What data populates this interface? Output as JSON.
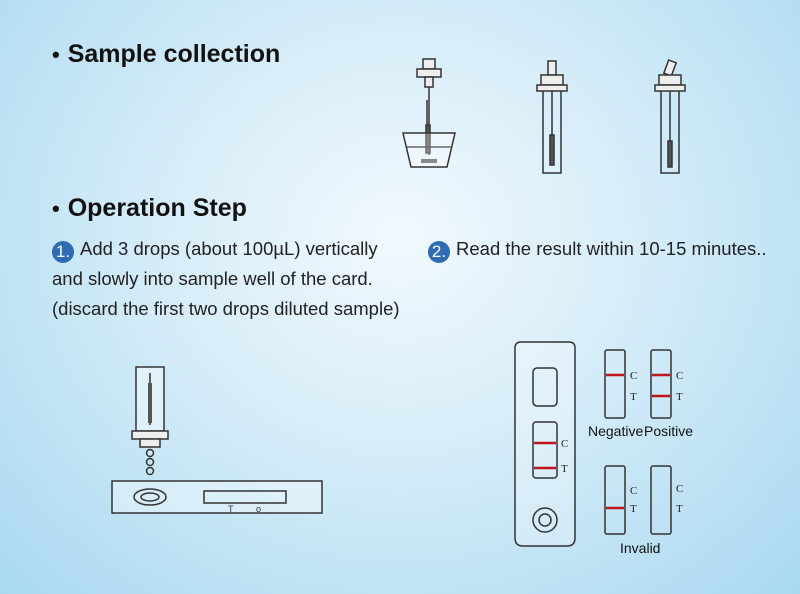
{
  "headings": {
    "sample_collection": "Sample collection",
    "operation_step": "Operation Step"
  },
  "steps": [
    {
      "number": "1.",
      "lines": [
        "Add  3 drops (about 100µL) vertically",
        "and slowly into sample well of the card.",
        "(discard the first two drops diluted sample)"
      ]
    },
    {
      "number": "2.",
      "lines": [
        "Read the result within 10-15 minutes.."
      ]
    }
  ],
  "card_labels": {
    "c": "C",
    "t": "T"
  },
  "result_labels": {
    "negative": "Negative",
    "positive": "Positive",
    "invalid": "Invalid"
  },
  "colors": {
    "band": "#c0151c",
    "accent": "#2e6db5"
  }
}
